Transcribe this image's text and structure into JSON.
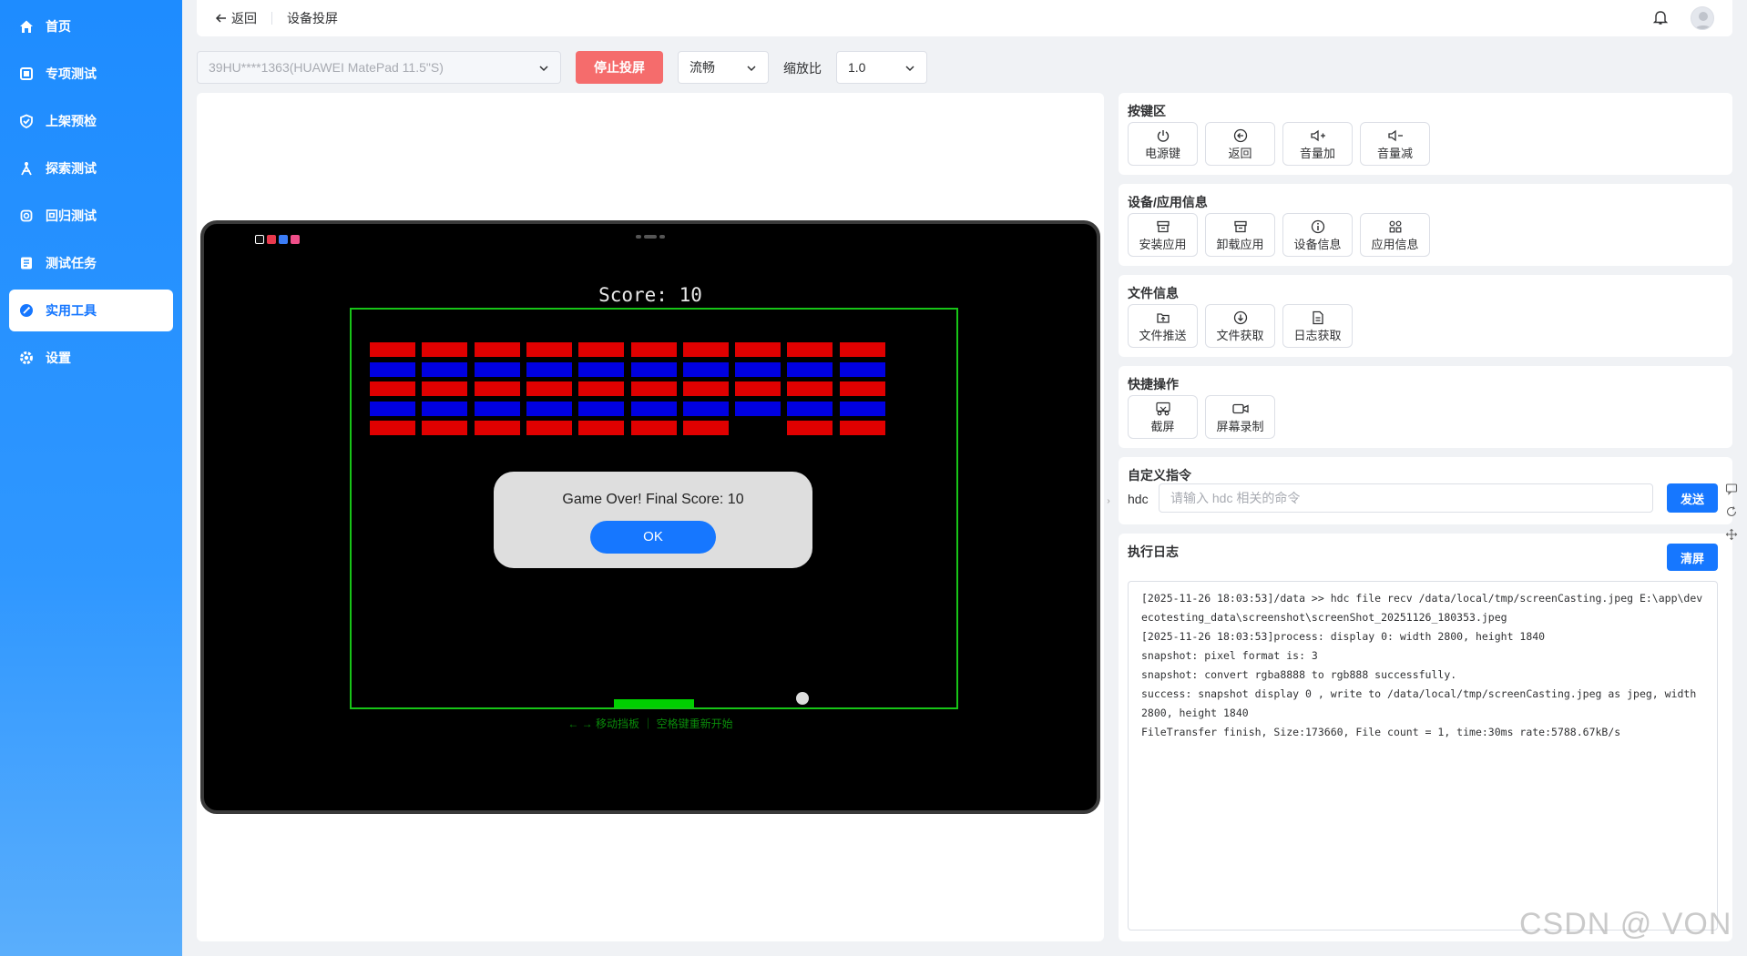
{
  "sidebar": {
    "items": [
      {
        "label": "首页",
        "icon": "home-icon"
      },
      {
        "label": "专项测试",
        "icon": "square-icon"
      },
      {
        "label": "上架预检",
        "icon": "shield-check-icon"
      },
      {
        "label": "探索测试",
        "icon": "explore-icon"
      },
      {
        "label": "回归测试",
        "icon": "regression-icon"
      },
      {
        "label": "测试任务",
        "icon": "task-list-icon"
      },
      {
        "label": "实用工具",
        "icon": "tool-icon",
        "active": true
      },
      {
        "label": "设置",
        "icon": "gear-icon"
      }
    ]
  },
  "topbar": {
    "back_label": "返回",
    "page_title": "设备投屏"
  },
  "controls": {
    "device_value": "39HU****1363(HUAWEI MatePad 11.5\"S)",
    "stop_label": "停止投屏",
    "quality_value": "流畅",
    "scale_label": "缩放比",
    "scale_value": "1.0"
  },
  "game": {
    "score_text": "Score: 10",
    "dialog_message": "Game Over! Final Score: 10",
    "ok_label": "OK",
    "hint_text": "← → 移动挡板 ｜ 空格键重新开始",
    "brick_colors": [
      "#e00000",
      "#0000e0"
    ]
  },
  "keys_card": {
    "title": "按键区",
    "buttons": [
      {
        "label": "电源键",
        "icon": "power-icon"
      },
      {
        "label": "返回",
        "icon": "back-circle-icon"
      },
      {
        "label": "音量加",
        "icon": "volume-up-icon"
      },
      {
        "label": "音量减",
        "icon": "volume-down-icon"
      }
    ]
  },
  "device_card": {
    "title": "设备/应用信息",
    "buttons": [
      {
        "label": "安装应用",
        "icon": "install-icon"
      },
      {
        "label": "卸载应用",
        "icon": "uninstall-icon"
      },
      {
        "label": "设备信息",
        "icon": "info-icon"
      },
      {
        "label": "应用信息",
        "icon": "apps-icon"
      }
    ]
  },
  "file_card": {
    "title": "文件信息",
    "buttons": [
      {
        "label": "文件推送",
        "icon": "file-push-icon"
      },
      {
        "label": "文件获取",
        "icon": "download-icon"
      },
      {
        "label": "日志获取",
        "icon": "log-file-icon"
      }
    ]
  },
  "quick_card": {
    "title": "快捷操作",
    "buttons": [
      {
        "label": "截屏",
        "icon": "screenshot-icon"
      },
      {
        "label": "屏幕录制",
        "icon": "record-icon"
      }
    ]
  },
  "command_card": {
    "title": "自定义指令",
    "prefix": "hdc",
    "placeholder": "请输入 hdc 相关的命令",
    "send_label": "发送"
  },
  "log_card": {
    "title": "执行日志",
    "clear_label": "清屏",
    "lines": [
      "[2025-11-26 18:03:53]/data >> hdc file recv /data/local/tmp/screenCasting.jpeg E:\\app\\devecotesting_data\\screenshot\\screenShot_20251126_180353.jpeg",
      "[2025-11-26 18:03:53]process: display 0: width 2800, height 1840",
      "snapshot: pixel format is: 3",
      "snapshot: convert rgba8888 to rgb888 successfully.",
      "success: snapshot display 0 , write to /data/local/tmp/screenCasting.jpeg as jpeg, width 2800, height 1840",
      "FileTransfer finish, Size:173660, File count = 1, time:30ms rate:5788.67kB/s"
    ]
  },
  "watermark": "CSDN @ VON"
}
